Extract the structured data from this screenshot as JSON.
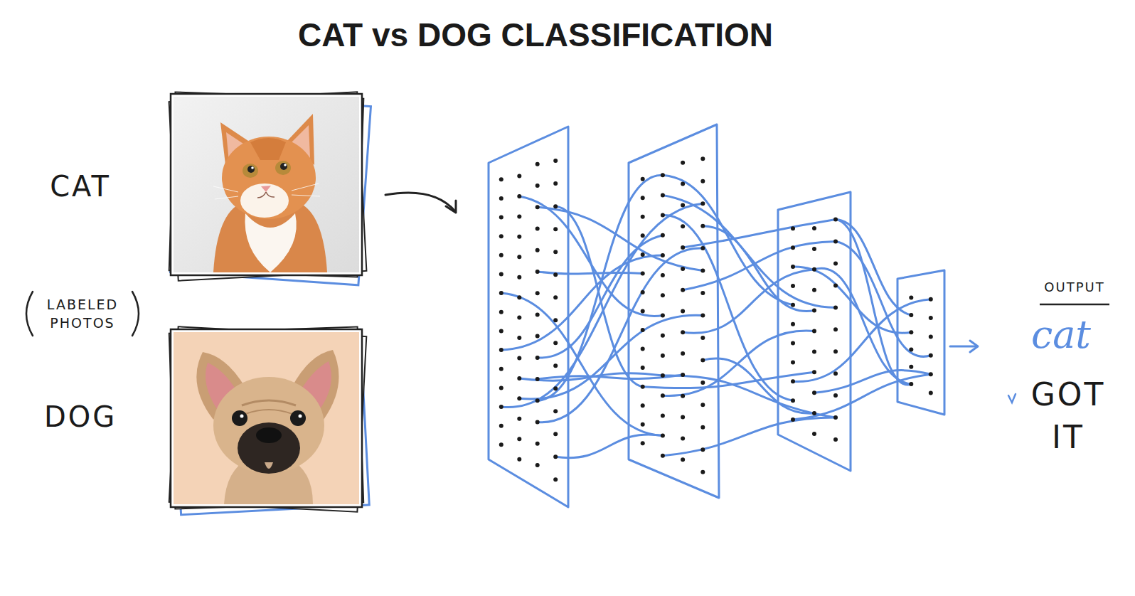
{
  "diagram": {
    "title": "CAT vs DOG CLASSIFICATION",
    "labels": [
      "CAT",
      "LABELED PHOTOS",
      "DOG",
      "OUTPUT",
      "cat",
      "GOT IT"
    ]
  }
}
